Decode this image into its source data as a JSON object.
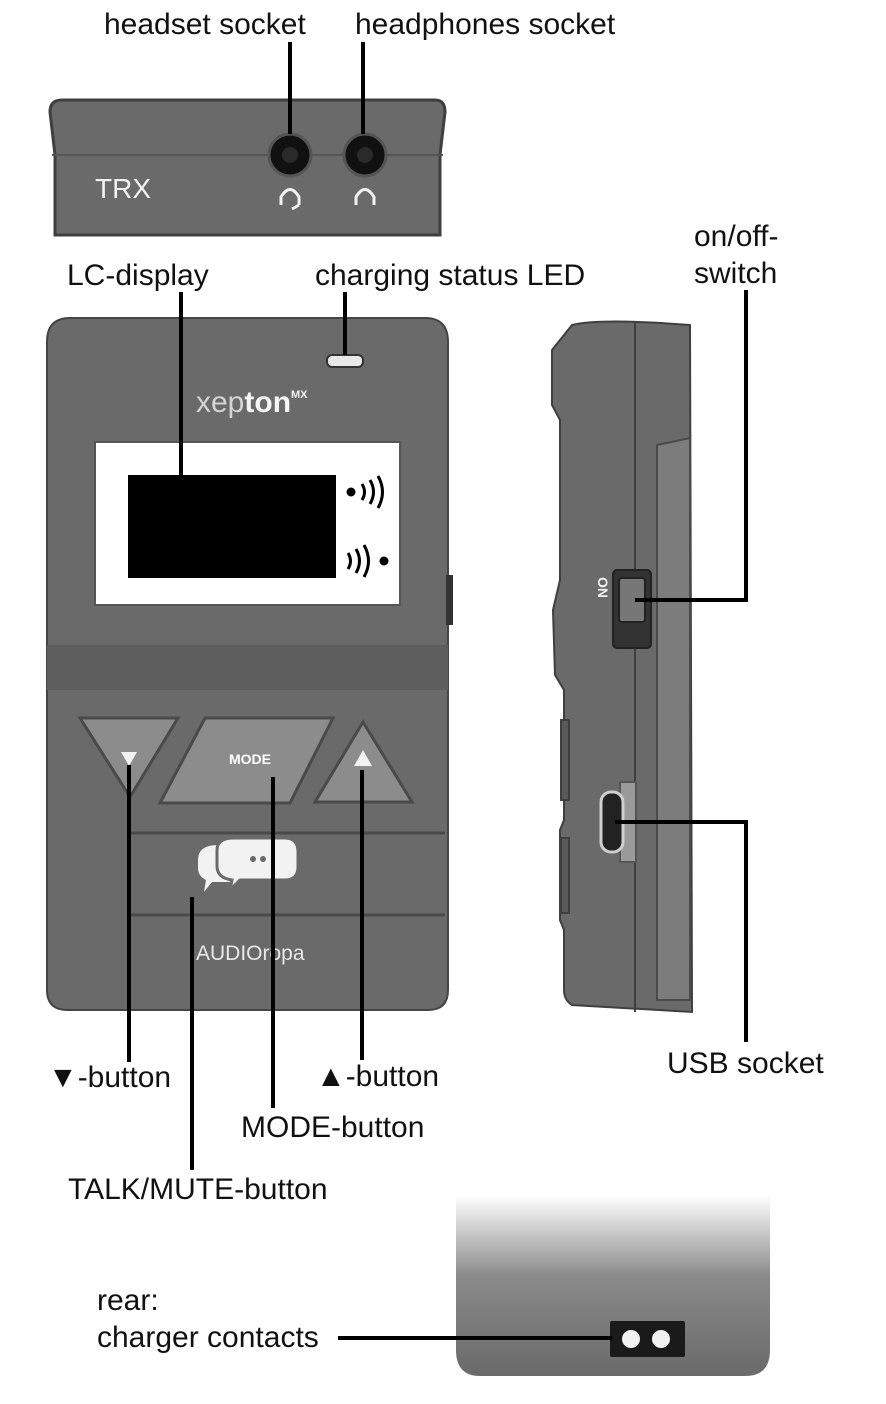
{
  "labels": {
    "headset_socket": "headset socket",
    "headphones_socket": "headphones socket",
    "lc_display": "LC-display",
    "charging_led": "charging status LED",
    "on_off_switch_line1": "on/off-",
    "on_off_switch_line2": "switch",
    "down_button": "▼-button",
    "up_button": "▲-button",
    "mode_button": "MODE-button",
    "talk_mute_button": "TALK/MUTE-button",
    "usb_socket": "USB socket",
    "rear_line1": "rear:",
    "rear_line2": "charger contacts"
  },
  "device": {
    "top_label": "TRX",
    "brand_light": "xep",
    "brand_bold": "ton",
    "brand_sup": "MX",
    "mode_key": "MODE",
    "manufacturer": "AUDIOropa",
    "side_switch": "ON"
  },
  "colors": {
    "body": "#6a6a6a",
    "body_dark": "#4a4a4a",
    "button_face": "#8c8c8c",
    "display_frame": "#ffffff",
    "display": "#000000",
    "leader": "#000000"
  }
}
